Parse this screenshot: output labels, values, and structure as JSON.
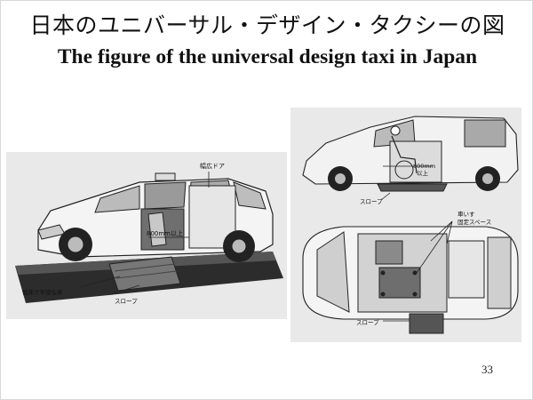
{
  "title_jp": "日本のユニバーサル・デザイン・タクシーの図",
  "title_en": "The figure of the universal design taxi in Japan",
  "page_number": "33",
  "left_figure": {
    "door_label": "幅広ドア",
    "measure_label": "800mm以上",
    "floor_label": "低床で平坦な床",
    "ramp_label": "スロープ"
  },
  "right_top_figure": {
    "measure_label_line1": "800mm",
    "measure_label_line2": "以上",
    "ramp_label": "スロープ"
  },
  "right_bottom_figure": {
    "space_label_line1": "車いす",
    "space_label_line2": "固定スペース",
    "ramp_label": "スロープ"
  }
}
